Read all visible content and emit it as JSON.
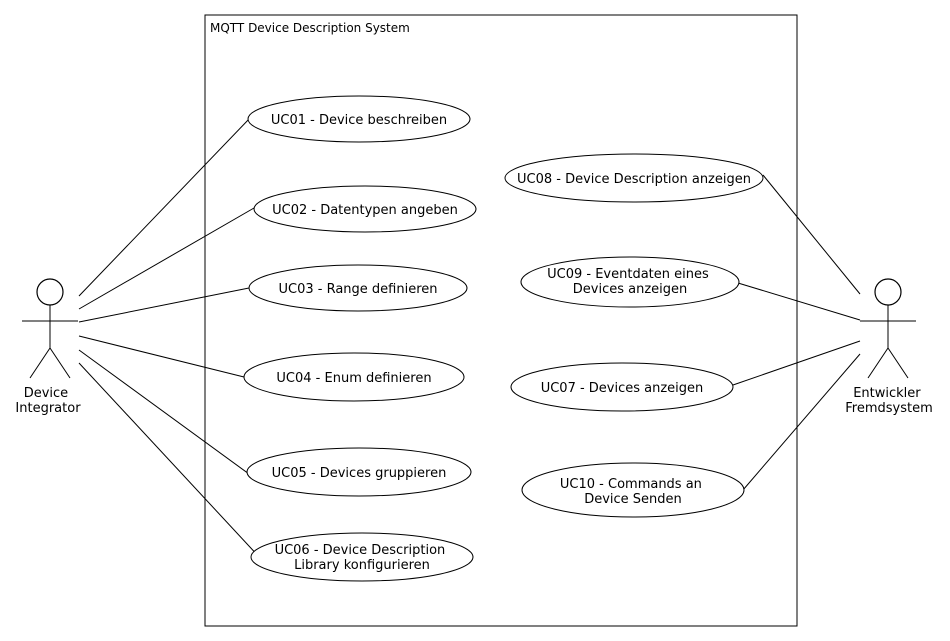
{
  "system": {
    "title": "MQTT Device Description System"
  },
  "actors": {
    "integrator": {
      "lines": [
        "Device",
        "Integrator"
      ]
    },
    "developer": {
      "lines": [
        "Entwickler",
        "Fremdsystem"
      ]
    }
  },
  "use_cases": {
    "uc01": {
      "lines": [
        "UC01 - Device beschreiben"
      ]
    },
    "uc02": {
      "lines": [
        "UC02 - Datentypen angeben"
      ]
    },
    "uc03": {
      "lines": [
        "UC03 - Range definieren"
      ]
    },
    "uc04": {
      "lines": [
        "UC04 - Enum definieren"
      ]
    },
    "uc05": {
      "lines": [
        "UC05 - Devices gruppieren"
      ]
    },
    "uc06": {
      "lines": [
        "UC06 - Device Description",
        "Library konfigurieren"
      ]
    },
    "uc08": {
      "lines": [
        "UC08 - Device Description anzeigen"
      ]
    },
    "uc09": {
      "lines": [
        "UC09 - Eventdaten eines",
        "Devices anzeigen"
      ]
    },
    "uc07": {
      "lines": [
        "UC07 - Devices anzeigen"
      ]
    },
    "uc10": {
      "lines": [
        "UC10 - Commands an",
        "Device Senden"
      ]
    }
  }
}
